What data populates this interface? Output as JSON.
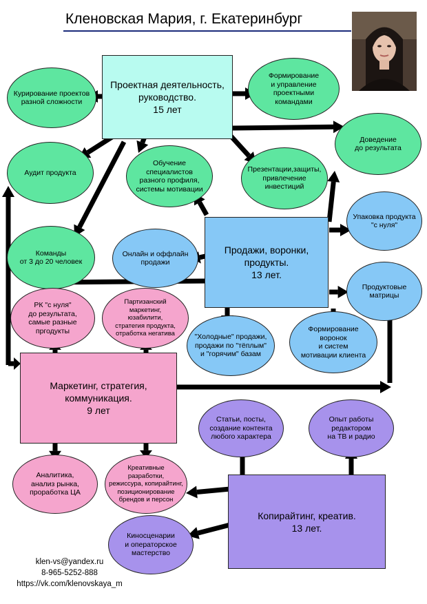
{
  "header": {
    "title": "Кленовская Мария, г. Екатеринбург"
  },
  "colors": {
    "green": "#5ee6a0",
    "cyan": "#b8fbf0",
    "blue": "#86c8f6",
    "pink": "#f5a5cd",
    "violet": "#a792ec"
  },
  "boxes": {
    "project": "Проектная деятельность,\nруководство.\n15 лет",
    "sales": "Продажи, воронки,\nпродукты.\n13 лет.",
    "marketing": "Маркетинг, стратегия,\nкоммуникация.\n9 лет",
    "copywriting": "Копирайтинг, креатив.\n13 лет."
  },
  "ovals": {
    "curation": "Курирование проектов\nразной сложности",
    "team_management": "Формирование\nи управление\nпроектными\nкомандами",
    "results": "Доведение\nдо результата",
    "audit": "Аудит продукта",
    "training": "Обучение\nспециалистов\nразного профиля,\nсистемы мотивации",
    "presentations": "Презентации,защиты,\nпривлечение\nинвестиций",
    "teams": "Команды\nот 3 до 20 человек",
    "online_offline": "Онлайн и оффлайн\nпродажи",
    "packaging": "Упаковка продукта\n\"с нуля\"",
    "matrices": "Продуктовые\nматрицы",
    "cold_sales": "\"Холодные\" продажи,\nпродажи по \"тёплым\"\nи \"горячим\" базам",
    "funnels": "Формирование\nворонок\nи систем\nмотивации клиента",
    "ad_campaigns": "РК \"с нуля\"\nдо результата,\nсамые разные\nпргодукты",
    "guerrilla": "Партизанский\nмаркетинг,\nюзабилити,\nстратегия продукта,\nотработка негатива",
    "analytics": "Аналитика,\nанализ рынка,\nпроработка ЦА",
    "creative": "Креативные\nразработки,\nрежиссура, копирайтинг,\nпозиционирование\nбрендов и персон",
    "articles": "Статьи, посты,\nсоздание контента\nлюбого характера",
    "editor": "Опыт  работы\nредактором\nна ТВ и радио",
    "screenplays": "Киносценарии\nи операторское\nмастерство"
  },
  "contacts": {
    "email": "klen-vs@yandex.ru",
    "phone": "8-965-5252-888",
    "vk": "https://vk.com/klenovskaya_m"
  }
}
